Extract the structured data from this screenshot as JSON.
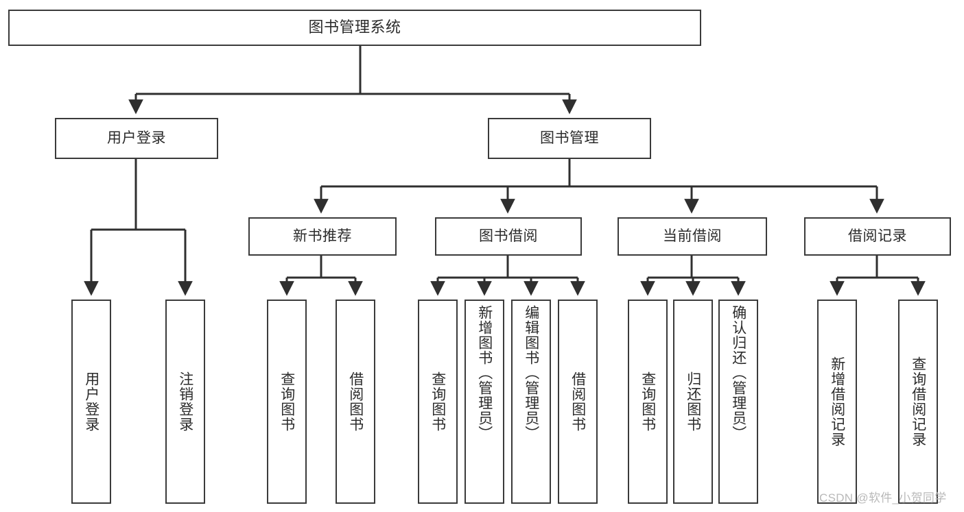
{
  "diagram": {
    "type": "tree",
    "title": "图书管理系统",
    "orientation": "top-down",
    "theme": {
      "background": "#ffffff",
      "node_fill": "#ffffff",
      "node_border": "#3a3a3a",
      "edge_color": "#2f2f2f",
      "text_color": "#2b2b2b",
      "watermark_color": "#b9b9b9"
    }
  },
  "nodes": {
    "root": {
      "label": "图书管理系统",
      "level": 0
    },
    "l1": [
      {
        "id": "user_login",
        "label": "用户登录",
        "level": 1
      },
      {
        "id": "book_manage",
        "label": "图书管理",
        "level": 1
      }
    ],
    "l2": [
      {
        "id": "new_book_rec",
        "label": "新书推荐",
        "level": 2,
        "parent": "book_manage"
      },
      {
        "id": "book_borrow",
        "label": "图书借阅",
        "level": 2,
        "parent": "book_manage"
      },
      {
        "id": "current_borrow",
        "label": "当前借阅",
        "level": 2,
        "parent": "book_manage"
      },
      {
        "id": "borrow_record",
        "label": "借阅记录",
        "level": 2,
        "parent": "book_manage"
      }
    ],
    "leaves": [
      {
        "id": "leaf_user_login",
        "label": "用户登录",
        "parent": "user_login"
      },
      {
        "id": "leaf_logout",
        "label": "注销登录",
        "parent": "user_login"
      },
      {
        "id": "leaf_query_book_1",
        "label": "查询图书",
        "parent": "new_book_rec"
      },
      {
        "id": "leaf_borrow_book_1",
        "label": "借阅图书",
        "parent": "new_book_rec"
      },
      {
        "id": "leaf_query_book_2",
        "label": "查询图书",
        "parent": "book_borrow"
      },
      {
        "id": "leaf_add_book",
        "label": "新增图书（管理员）",
        "parent": "book_borrow"
      },
      {
        "id": "leaf_edit_book",
        "label": "编辑图书（管理员）",
        "parent": "book_borrow"
      },
      {
        "id": "leaf_borrow_book_2",
        "label": "借阅图书",
        "parent": "book_borrow"
      },
      {
        "id": "leaf_query_book_3",
        "label": "查询图书",
        "parent": "current_borrow"
      },
      {
        "id": "leaf_return_book",
        "label": "归还图书",
        "parent": "current_borrow"
      },
      {
        "id": "leaf_confirm_return",
        "label": "确认归还（管理员）",
        "parent": "current_borrow"
      },
      {
        "id": "leaf_add_record",
        "label": "新增借阅记录",
        "parent": "borrow_record"
      },
      {
        "id": "leaf_query_record",
        "label": "查询借阅记录",
        "parent": "borrow_record"
      }
    ]
  },
  "watermark": {
    "text": "CSDN @软件_小贺同学"
  }
}
